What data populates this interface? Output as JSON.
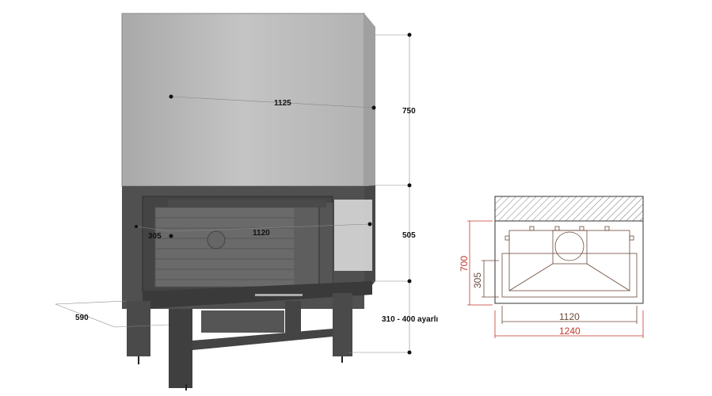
{
  "render_3d": {
    "dimensions": {
      "hood_width": "1125",
      "hood_height": "750",
      "firebox_depth": "305",
      "firebox_width": "1120",
      "firebox_height": "505",
      "base_depth": "590",
      "leg_height": "310 - 400 ayarlı"
    }
  },
  "plan_view": {
    "dimensions": {
      "total_height": "700",
      "opening_height": "305",
      "inner_width": "1120",
      "total_width": "1240"
    },
    "colors": {
      "outer_dimension": "#c0392b",
      "inner_dimension": "#6b4a3a"
    }
  }
}
